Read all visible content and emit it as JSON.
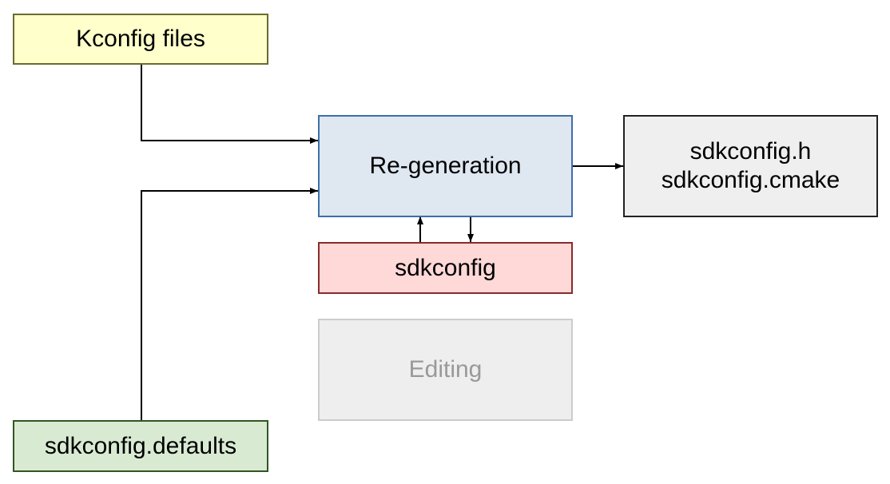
{
  "nodes": {
    "kconfig": {
      "label": "Kconfig files",
      "fill": "#ffffcc",
      "stroke": "#6b6b2e",
      "text_color": "#000000"
    },
    "regeneration": {
      "label": "Re-generation",
      "fill": "#dfe7f1",
      "stroke": "#3d6fa8",
      "text_color": "#000000"
    },
    "outputs": {
      "line1": "sdkconfig.h",
      "line2": "sdkconfig.cmake",
      "fill": "#efefef",
      "stroke": "#222222",
      "text_color": "#000000"
    },
    "sdkconfig": {
      "label": "sdkconfig",
      "fill": "#ffd8d8",
      "stroke": "#8b2a2a",
      "text_color": "#000000"
    },
    "editing": {
      "label": "Editing",
      "fill": "#eeeeee",
      "stroke": "#cccccc",
      "text_color": "#999999"
    },
    "defaults": {
      "label": "sdkconfig.defaults",
      "fill": "#d9ead3",
      "stroke": "#335522",
      "text_color": "#000000"
    }
  },
  "edges": [
    {
      "from": "Kconfig files",
      "to": "Re-generation"
    },
    {
      "from": "sdkconfig.defaults",
      "to": "Re-generation"
    },
    {
      "from": "Re-generation",
      "to": "sdkconfig.h / sdkconfig.cmake"
    },
    {
      "from": "sdkconfig",
      "to": "Re-generation"
    },
    {
      "from": "Re-generation",
      "to": "sdkconfig"
    }
  ]
}
